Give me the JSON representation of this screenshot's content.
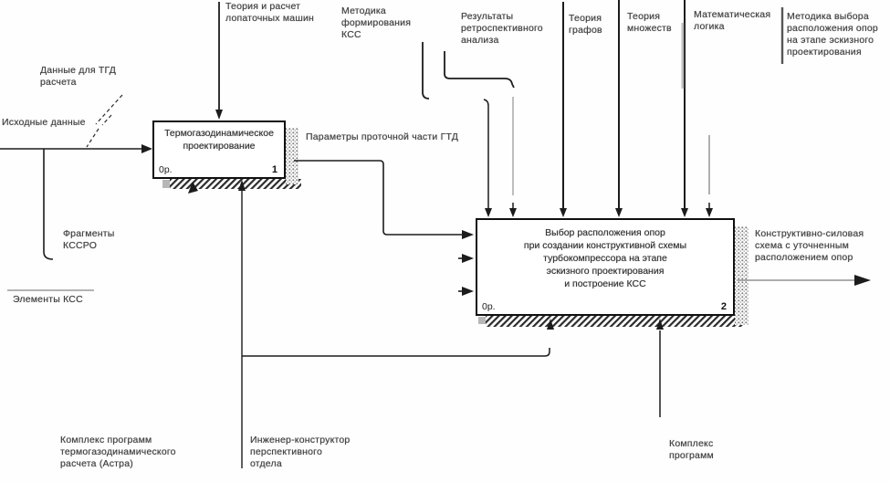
{
  "boxes": [
    {
      "title": "Термогазодинамическое\nпроектирование",
      "cost": "0р.",
      "number": "1"
    },
    {
      "title": "Выбор расположения опор\nпри создании конструктивной схемы\nтурбокомпрессора на этапе\nэскизного проектирования\nи построение КСС",
      "cost": "0р.",
      "number": "2"
    }
  ],
  "labels": {
    "theory_blades": "Теория и расчет\nлопаточных машин",
    "method_kss": "Методика\nформирования\nКСС",
    "retro_analysis": "Результаты\nретроспективного\nанализа",
    "graph_theory": "Теория\nграфов",
    "set_theory": "Теория\nмножеств",
    "math_logic": "Математическая\nлогика",
    "method_supports": "Методика выбора\nрасположения опор\nна этапе эскизного\nпроектирования",
    "data_tgd": "Данные для ТГД\nрасчета",
    "initial_data": "Исходные данные",
    "flow_params": "Параметры проточной части ГТД",
    "fragments_kssro": "Фрагменты\nКССРО",
    "elements_kss": "Элементы КСС",
    "output_scheme": "Конструктивно-силовая\nсхема с уточненным\nрасположением опор",
    "astra_programs": "Комплекс программ\nтермогазодинамического\nрасчета (Астра)",
    "engineer": "Инженер-конструктор\nперспективного\nотдела",
    "program_complex": "Комплекс\nпрограмм"
  },
  "colors": {
    "line": "#1c1c1c",
    "faded_line": "#8a8a8a",
    "shadow_gray": "#b7b7b7",
    "text": "#3f3f3f"
  }
}
